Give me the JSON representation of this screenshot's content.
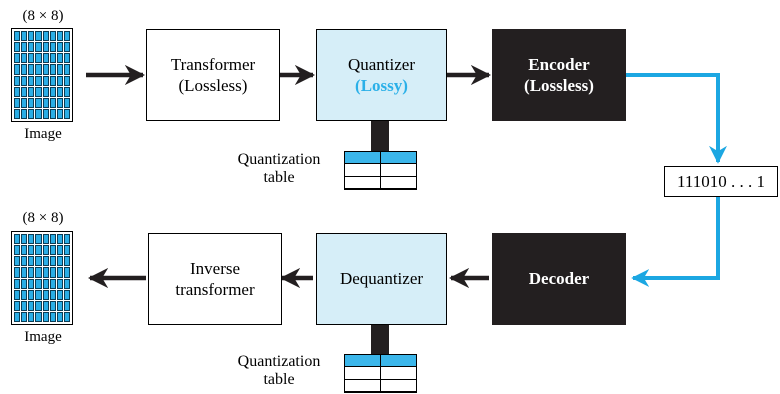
{
  "colors": {
    "accent": "#2bb0e8",
    "processor_fill": "#d6eef8",
    "coder_fill": "#231f20",
    "pixel": "#2aaee6"
  },
  "top": {
    "size_label": "(8 × 8)",
    "image_label": "Image",
    "transformer": {
      "line1": "Transformer",
      "line2": "(Lossless)"
    },
    "quantizer": {
      "line1": "Quantizer",
      "line2": "(Lossy)"
    },
    "encoder": {
      "line1": "Encoder",
      "line2": "(Lossless)"
    },
    "table_label": {
      "line1": "Quantization",
      "line2": "table"
    }
  },
  "bitstream": "111010 . . . 1",
  "bottom": {
    "size_label": "(8 × 8)",
    "image_label": "Image",
    "inverse_transformer": {
      "line1": "Inverse",
      "line2": "transformer"
    },
    "dequantizer": {
      "line1": "Dequantizer"
    },
    "decoder": {
      "line1": "Decoder"
    },
    "table_label": {
      "line1": "Quantization",
      "line2": "table"
    }
  }
}
